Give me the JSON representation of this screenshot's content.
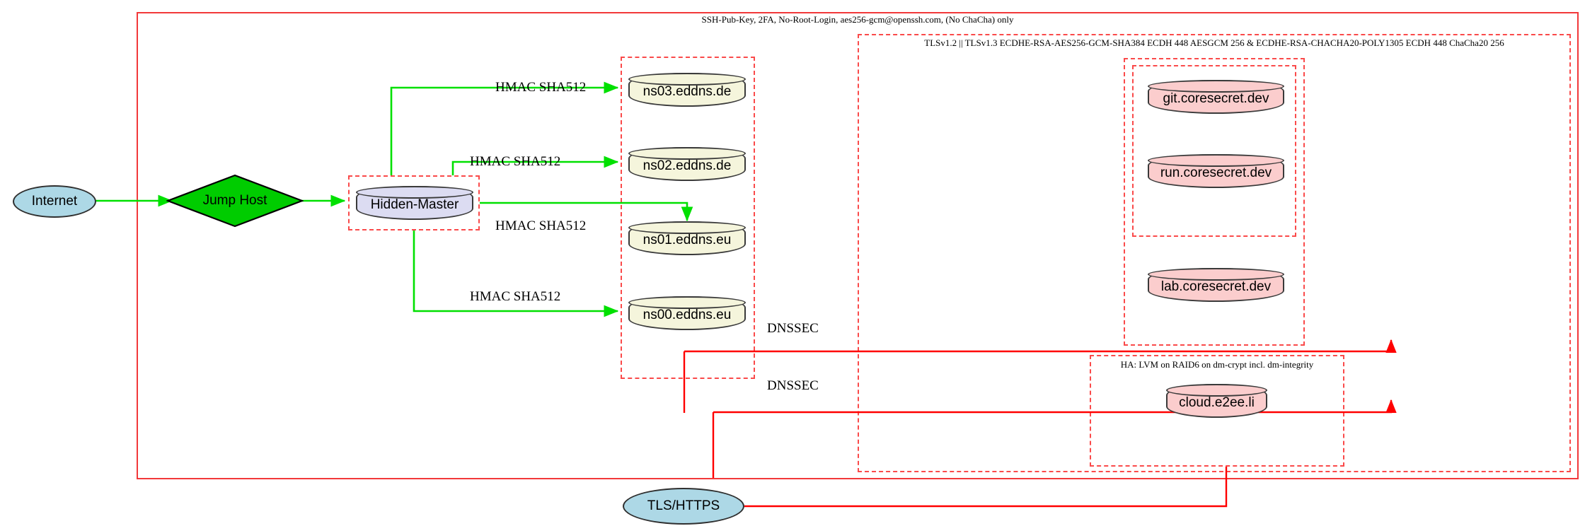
{
  "diagram": {
    "title": "Network security topology",
    "colors": {
      "ssh_boundary": "#f2383a",
      "tls_boundary": "#fa4a4a",
      "secure_edge": "#00e000",
      "dnssec_edge": "#ff0000",
      "internet_fill": "#add8e6",
      "jumphost_fill": "#00cc00",
      "master_fill": "#dcdcf2",
      "dns_fill": "#f5f5dc",
      "app_fill": "#fbcdcd"
    }
  },
  "clusters": {
    "ssh": {
      "label": "SSH-Pub-Key, 2FA, No-Root-Login, aes256-gcm@openssh.com, (No ChaCha) only"
    },
    "tls": {
      "label": "TLSv1.2 || TLSv1.3 ECDHE-RSA-AES256-GCM-SHA384 ECDH 448 AESGCM 256 & ECDHE-RSA-CHACHA20-POLY1305 ECDH 448 ChaCha20 256"
    },
    "ha": {
      "label": "HA: LVM on RAID6 on dm-crypt incl. dm-integrity"
    },
    "hidden_master": {
      "label": ""
    },
    "dns_group": {
      "label": ""
    },
    "coresecret_outer": {
      "label": ""
    },
    "coresecret_inner": {
      "label": ""
    },
    "cloud_group": {
      "label": ""
    }
  },
  "nodes": {
    "internet": {
      "label": "Internet",
      "shape": "ellipse"
    },
    "jump_host": {
      "label": "Jump Host",
      "shape": "diamond"
    },
    "hidden_master": {
      "label": "Hidden-Master",
      "shape": "cylinder"
    },
    "ns03": {
      "label": "ns03.eddns.de",
      "shape": "cylinder"
    },
    "ns02": {
      "label": "ns02.eddns.de",
      "shape": "cylinder"
    },
    "ns01": {
      "label": "ns01.eddns.eu",
      "shape": "cylinder"
    },
    "ns00": {
      "label": "ns00.eddns.eu",
      "shape": "cylinder"
    },
    "git": {
      "label": "git.coresecret.dev",
      "shape": "cylinder"
    },
    "run": {
      "label": "run.coresecret.dev",
      "shape": "cylinder"
    },
    "lab": {
      "label": "lab.coresecret.dev",
      "shape": "cylinder"
    },
    "cloud": {
      "label": "cloud.e2ee.li",
      "shape": "cylinder"
    },
    "tls_https": {
      "label": "TLS/HTTPS",
      "shape": "ellipse"
    }
  },
  "edge_labels": {
    "hmac_ns03": "HMAC SHA512",
    "hmac_ns02": "HMAC SHA512",
    "hmac_ns01": "HMAC SHA512",
    "hmac_ns00": "HMAC SHA512",
    "dnssec_top": "DNSSEC",
    "dnssec_bot": "DNSSEC"
  }
}
